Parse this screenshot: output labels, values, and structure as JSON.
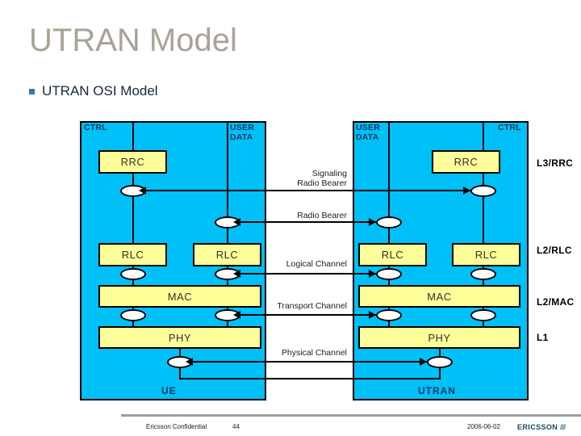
{
  "slide": {
    "title": "UTRAN Model",
    "bullet": "UTRAN OSI Model",
    "bullet_marker_color": "#2f7ca8",
    "title_color": "#a9a396"
  },
  "diagram": {
    "ue": {
      "name": "UE",
      "left_plane_label": "CTRL",
      "right_plane_label_line1": "USER",
      "right_plane_label_line2": "DATA",
      "protocols": {
        "rrc": "RRC",
        "rlc_ctrl": "RLC",
        "rlc_user": "RLC",
        "mac": "MAC",
        "phy": "PHY"
      }
    },
    "utran": {
      "name": "UTRAN",
      "left_plane_label_line1": "USER",
      "left_plane_label_line2": "DATA",
      "right_plane_label": "CTRL",
      "protocols": {
        "rrc": "RRC",
        "rlc_user": "RLC",
        "rlc_ctrl": "RLC",
        "mac": "MAC",
        "phy": "PHY"
      }
    },
    "channels": [
      {
        "id": "signaling-radio-bearer",
        "line1": "Signaling",
        "line2": "Radio Bearer"
      },
      {
        "id": "radio-bearer",
        "line1": "Radio Bearer",
        "line2": ""
      },
      {
        "id": "logical-channel",
        "line1": "Logical Channel",
        "line2": ""
      },
      {
        "id": "transport-channel",
        "line1": "Transport Channel",
        "line2": ""
      },
      {
        "id": "physical-channel",
        "line1": "Physical Channel",
        "line2": ""
      }
    ],
    "layers": [
      {
        "id": "l3-rrc",
        "label": "L3/RRC"
      },
      {
        "id": "l2-rlc",
        "label": "L2/RLC"
      },
      {
        "id": "l2-mac",
        "label": "L2/MAC"
      },
      {
        "id": "l1",
        "label": "L1"
      }
    ],
    "colors": {
      "node_fill": "#00c0f8",
      "protocol_fill": "#ffff99",
      "outline": "#000000",
      "node_label": "#18365c"
    }
  },
  "footer": {
    "confidentiality": "Ericsson Confidential",
    "page_number": "44",
    "date": "2006-06-02",
    "logo_text": "ERICSSON",
    "logo_mark": "≡"
  }
}
